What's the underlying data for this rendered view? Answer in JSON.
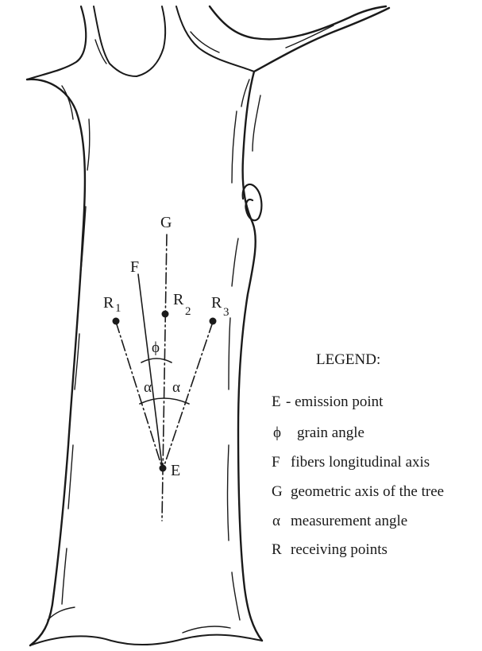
{
  "labels": {
    "G": "G",
    "F": "F",
    "R1": "R",
    "R1_sub": "1",
    "R2": "R",
    "R2_sub": "2",
    "R3": "R",
    "R3_sub": "3",
    "phi": "ϕ",
    "alpha_left": "α",
    "alpha_right": "α",
    "E": "E"
  },
  "legend": {
    "title": "LEGEND:",
    "items": [
      {
        "symbol": "E",
        "text": "- emission point"
      },
      {
        "symbol": "ϕ",
        "text": "grain angle"
      },
      {
        "symbol": "F",
        "text": "fibers longitudinal axis"
      },
      {
        "symbol": "G",
        "text": "geometric axis  of the tree"
      },
      {
        "symbol": "α",
        "text": "measurement angle"
      },
      {
        "symbol": "R",
        "text": "receiving points"
      }
    ]
  }
}
